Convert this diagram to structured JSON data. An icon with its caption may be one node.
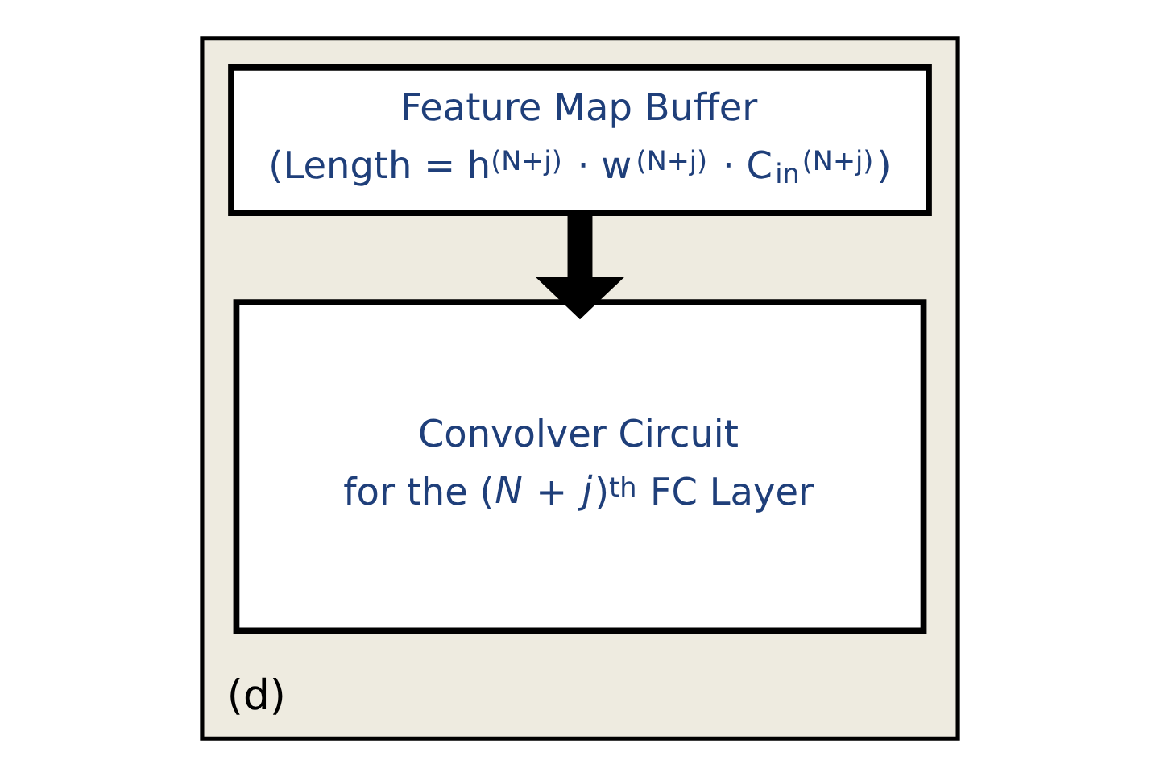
{
  "diagram": {
    "nodes": [
      {
        "text": [
          "(d)"
        ]
      },
      {
        "text": [
          "Feature Map Buffer",
          "(Length = h$^{(N+j)}$ · w$^{(N+j)}$ · C$_{in}$$^{(N+j)}$)"
        ],
        "in": 0
      },
      {
        "text": [
          "Convolver Circuit",
          "for the (*N* + *j*)$^{th}$ FC Layer"
        ],
        "in": 0
      }
    ],
    "edges": [
      {
        "from": 1,
        "to": 2,
        "arrow": "to"
      }
    ]
  }
}
